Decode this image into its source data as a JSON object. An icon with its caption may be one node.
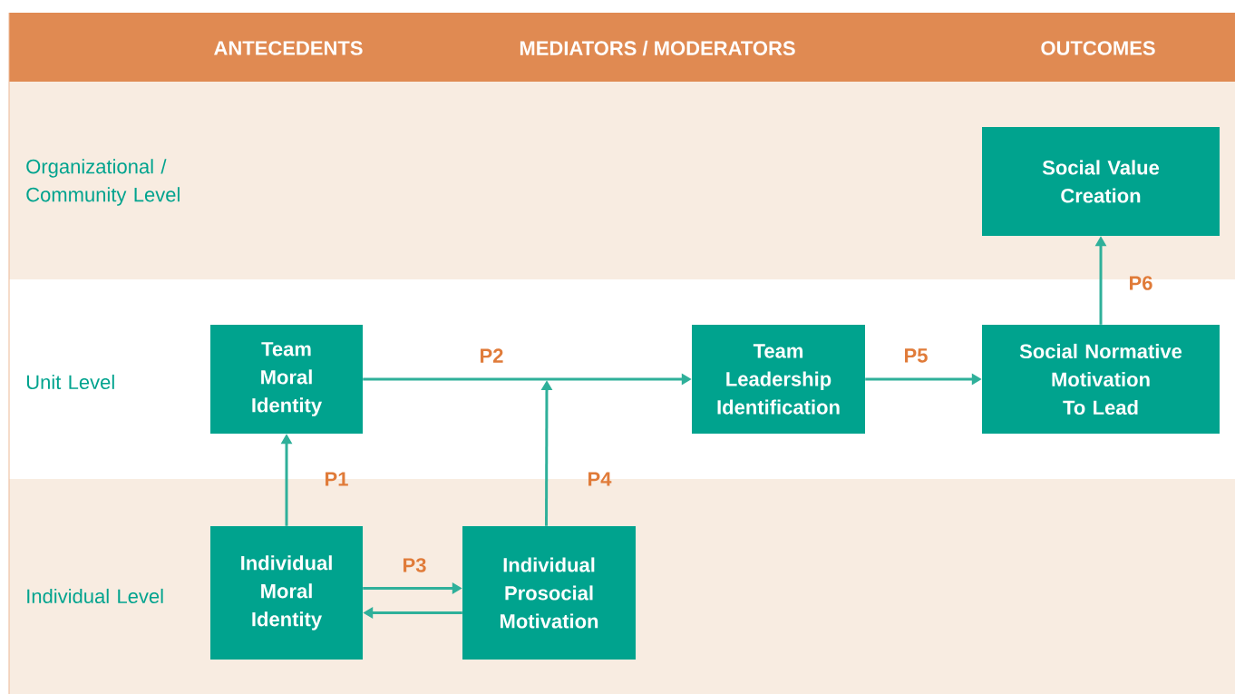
{
  "diagram": {
    "nodes": [
      {
        "text": [
          "Social Value Creation"
        ]
      },
      {
        "text": [
          "Team Moral Identity"
        ]
      },
      {
        "text": [
          "Team Leadership Identification"
        ]
      },
      {
        "text": [
          "Social Normative Motivation To Lead"
        ]
      },
      {
        "text": [
          "Individual Moral Identity"
        ]
      },
      {
        "text": [
          "Individual Prosocial Motivation"
        ]
      }
    ],
    "edges": [
      {
        "from": 4,
        "to": 1,
        "arrow": "to",
        "label": "P1"
      },
      {
        "from": 1,
        "to": 2,
        "arrow": "to",
        "label": "P2"
      },
      {
        "from": 4,
        "to": 5,
        "arrow": "to",
        "label": "P3"
      },
      {
        "from": 5,
        "to": 4,
        "arrow": "to"
      },
      {
        "from": 5,
        "to": null,
        "arrow": "to",
        "label": "P4"
      },
      {
        "from": 2,
        "to": 3,
        "arrow": "to",
        "label": "P5"
      },
      {
        "from": 3,
        "to": 0,
        "arrow": "to",
        "label": "P6"
      }
    ],
    "labels": [
      "ANTECEDENTS",
      "MEDIATORS / MODERATORS",
      "OUTCOMES",
      "Organizational / Community Level",
      "Unit Level",
      "Individual Level"
    ]
  }
}
